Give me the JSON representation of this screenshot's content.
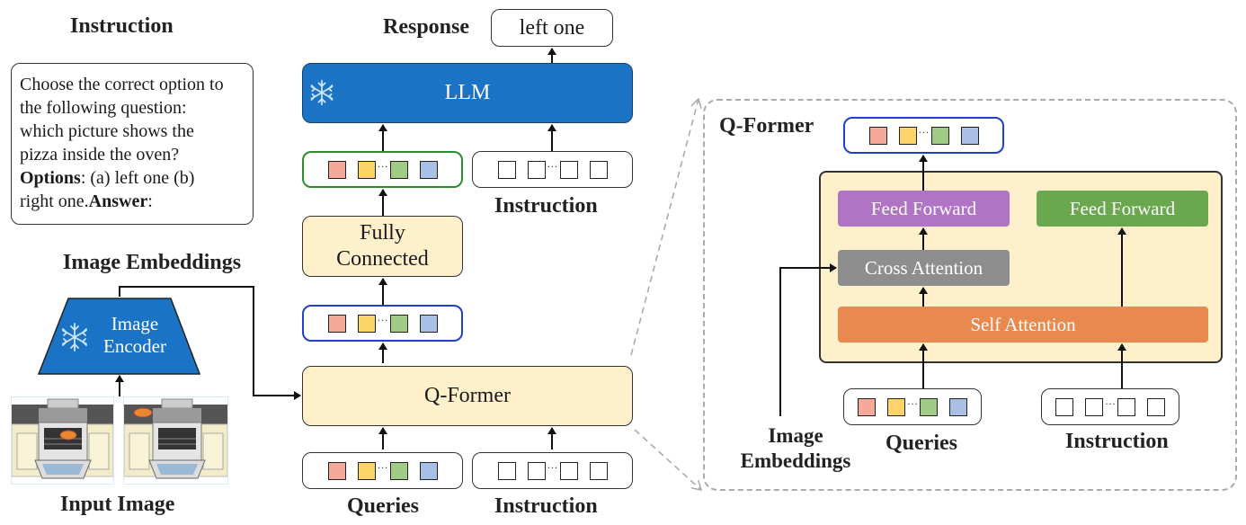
{
  "left_panel": {
    "instruction_heading": "Instruction",
    "instruction_text_lines": [
      {
        "parts": [
          {
            "text": "Choose the correct option to",
            "bold": false
          }
        ]
      },
      {
        "parts": [
          {
            "text": "the following question:",
            "bold": false
          }
        ]
      },
      {
        "parts": [
          {
            "text": "which picture shows the",
            "bold": false
          }
        ]
      },
      {
        "parts": [
          {
            "text": "pizza inside the oven?",
            "bold": false
          }
        ]
      },
      {
        "parts": [
          {
            "text": "Options",
            "bold": true
          },
          {
            "text": ": (a) left one (b)",
            "bold": false
          }
        ]
      },
      {
        "parts": [
          {
            "text": "right one.",
            "bold": false
          },
          {
            "text": "Answer",
            "bold": true
          },
          {
            "text": ":",
            "bold": false
          }
        ]
      }
    ],
    "image_embeddings_label": "Image Embeddings",
    "image_encoder_label_line1": "Image",
    "image_encoder_label_line2": "Encoder",
    "input_image_label": "Input Image",
    "input_images": [
      {
        "name": "oven-with-pizza-inside",
        "pizza_inside": true
      },
      {
        "name": "oven-with-pizza-on-counter",
        "pizza_inside": false
      }
    ]
  },
  "center_panel": {
    "response_label": "Response",
    "response_value": "left one",
    "llm_label": "LLM",
    "fully_connected_line1": "Fully",
    "fully_connected_line2": "Connected",
    "qformer_label": "Q-Former",
    "instruction_label_top": "Instruction",
    "queries_label": "Queries",
    "instruction_label_bottom": "Instruction"
  },
  "qformer_detail": {
    "title": "Q-Former",
    "feed_forward_left": "Feed Forward",
    "feed_forward_right": "Feed Forward",
    "cross_attention": "Cross Attention",
    "self_attention": "Self Attention",
    "image_embeddings_line1": "Image",
    "image_embeddings_line2": "Embeddings",
    "queries_label": "Queries",
    "instruction_label": "Instruction"
  },
  "colors": {
    "frozen_blue": "#1a73c4",
    "module_yellow": "#fdf0cb",
    "query_token_red": "#f6a99a",
    "query_token_yellow": "#fdd467",
    "query_token_green": "#9fcb85",
    "query_token_blue": "#a9c0e4",
    "feed_forward_purple": "#b074c4",
    "feed_forward_green": "#6aa84f",
    "cross_attention_gray": "#8e8e8e",
    "self_attention_orange": "#e8894f",
    "output_border_blue": "#1f3fcc",
    "output_border_green": "#2e8b2e"
  }
}
